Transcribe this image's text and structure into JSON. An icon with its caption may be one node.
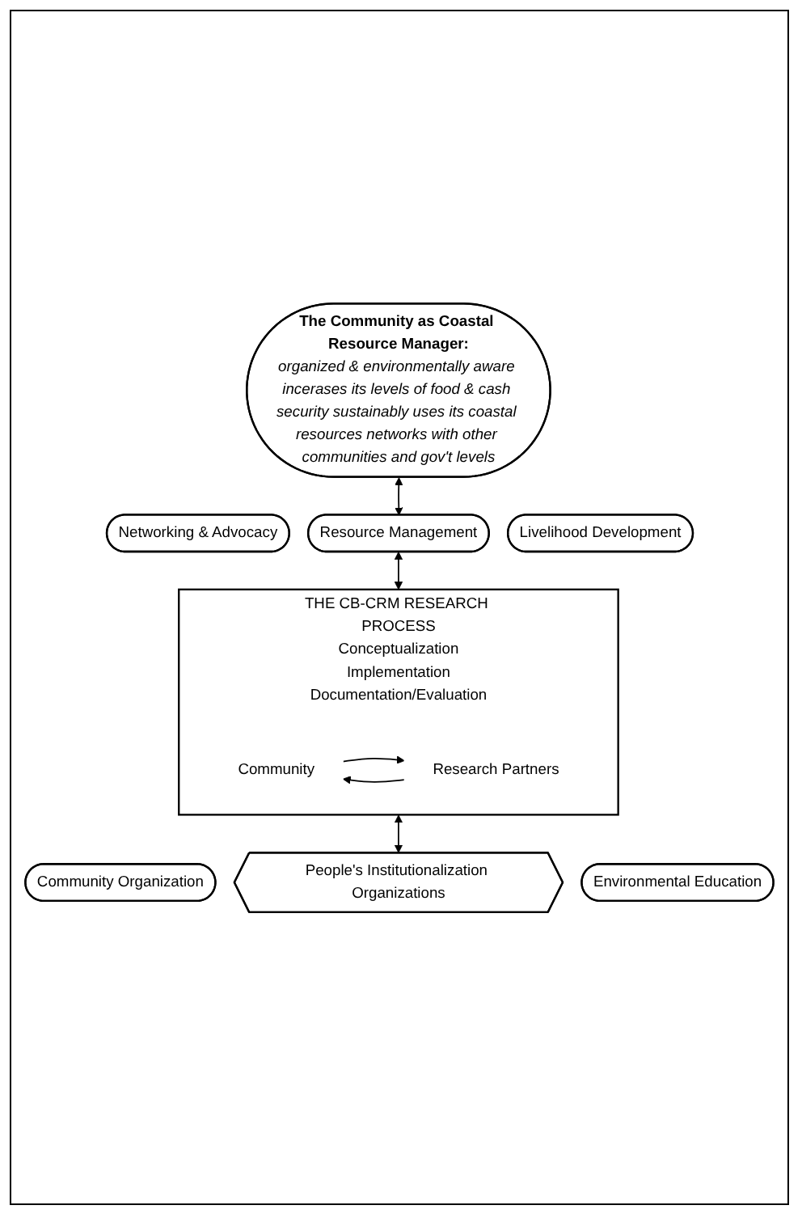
{
  "diagram": {
    "nodes": [
      {
        "text": [
          "The Community as Coastal Resource Manager:",
          "organized & environmentally aware incerases its levels of food & cash security sustainably uses its coastal resources networks with other communities and gov't levels"
        ]
      },
      {
        "text": [
          "Networking & Advocacy"
        ]
      },
      {
        "text": [
          "Resource Management"
        ]
      },
      {
        "text": [
          "Livelihood Development"
        ]
      },
      {
        "text": [
          "THE CB-CRM RESEARCH PROCESS",
          "Conceptualization",
          "Implementation",
          "Documentation/Evaluation"
        ]
      },
      {
        "text": [
          "Community"
        ],
        "in": 4
      },
      {
        "text": [
          "Research Partners"
        ],
        "in": 4
      },
      {
        "text": [
          "Community Organization"
        ]
      },
      {
        "text": [
          "People's Institutionalization Organizations"
        ]
      },
      {
        "text": [
          "Environmental Education"
        ]
      }
    ],
    "edges": [
      {
        "from": 0,
        "to": 2,
        "arrow": "both"
      },
      {
        "from": 2,
        "to": 4,
        "arrow": "both"
      },
      {
        "from": 4,
        "to": 8,
        "arrow": "both"
      },
      {
        "from": 5,
        "to": 6,
        "arrow": "to"
      },
      {
        "from": 6,
        "to": 5,
        "arrow": "to"
      }
    ]
  }
}
